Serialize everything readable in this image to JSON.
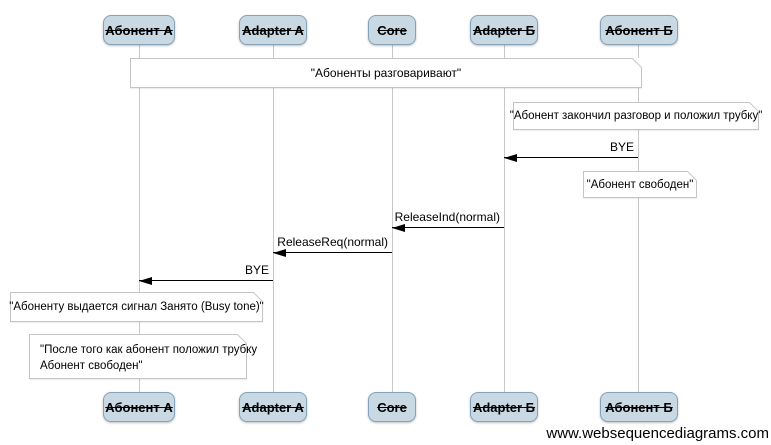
{
  "actors": [
    "Абонент А",
    "Adapter A",
    "Core",
    "Adapter Б",
    "Абонент Б"
  ],
  "messages": [
    {
      "label": "BYE",
      "from": "Абонент Б",
      "to": "Adapter Б"
    },
    {
      "label": "ReleaseInd(normal)",
      "from": "Adapter Б",
      "to": "Core"
    },
    {
      "label": "ReleaseReq(normal)",
      "from": "Core",
      "to": "Adapter A"
    },
    {
      "label": "BYE",
      "from": "Adapter A",
      "to": "Абонент А"
    }
  ],
  "notes": [
    {
      "text": "\"Абоненты разговаривают\""
    },
    {
      "text": "\"Абонент закончил разговор и положил трубку\""
    },
    {
      "text": "\"Абонент свободен\""
    },
    {
      "text": "\"Абоненту выдается сигнал Занято (Busy tone)\""
    },
    {
      "lines": [
        "\"После того как абонент положил трубку",
        "Абонент свободен\""
      ]
    }
  ],
  "watermark": "www.websequencediagrams.com",
  "colors": {
    "actor_fill": "#c9d9e3",
    "actor_border": "#84a2b9",
    "lifeline": "#c9c9c9",
    "note_border": "#c4c4c4",
    "note_fill": "#ffffff",
    "message_line": "#000000",
    "background": "#ffffff"
  }
}
